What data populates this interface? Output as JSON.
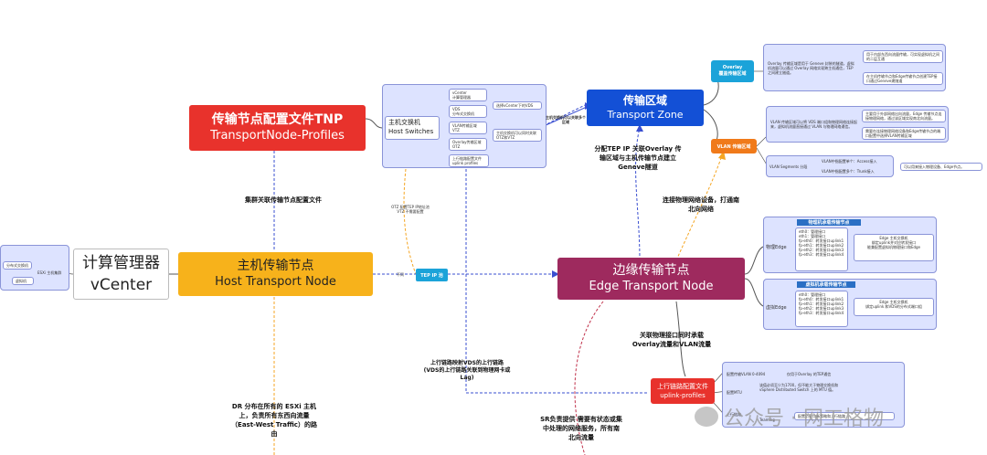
{
  "tnp": {
    "line1": "传输节点配置文件TNP",
    "line2": "TransportNode-Profiles"
  },
  "host_tn": {
    "line1": "主机传输节点",
    "line2": "Host Transport Node"
  },
  "vcenter": {
    "line1": "计算管理器",
    "line2": "vCenter"
  },
  "vcenter_children": {
    "a": "分布式交换机",
    "b": "虚拟机",
    "c": "ESXi 主机集群"
  },
  "host_switch": {
    "line1": "主机交换机",
    "line2": "Host Switches"
  },
  "hs_items": [
    "vCenter\n计算管理器",
    "VDS\n分布式交换机",
    "VLAN传输区域\nVTZ",
    "Overlay传输区域\nOTZ",
    "上行链路配置文件\nuplink profiles"
  ],
  "hs_side": [
    "选择vCenter下的VDS",
    "主机交换机可以同时关联OTZ和VTZ"
  ],
  "tz": {
    "line1": "传输区域",
    "line2": "Transport Zone"
  },
  "tz_edge_note": "主机交换机可以关联多个区域",
  "overlay": {
    "title": "Overlay\n覆盖传输区域",
    "desc": "Overlay 传输区域是用于 Geneve 封装的隧道，虚拟机流量可以通过 Overlay 网络实现跨主机通信，TEP 之间建立隧道。",
    "note1": "用于内部东西向流量传输，可实现虚拟机之间的二层互通",
    "note2": "在主机传输节点和Edge传输节点创建TEP接口通过Geneve建隧道"
  },
  "vlan": {
    "title": "VLAN 传输区域",
    "desc": "VLAN 传输区域可以将 VDS 端口组和物理网络连接起来，虚拟机流量直接通过 VLAN 与物理网络通信。",
    "note1": "主要用于外部网络出向流量，Edge 传输节点连接物理网络，通过该区域实现南北向流量。",
    "note2": "需要在连接物理网络设备和Edge传输节点的端口配置中选择VLAN传输区域",
    "seg": "VLAN  Segments 分段",
    "seg1": "VLAN中指配置单个：Access接入",
    "seg2": "VLAN中指配置多个：Trunk接入",
    "seg_note": "可以用来接入物理设备、Edge节点。"
  },
  "tnp_note": "集群关联传输节点配置文件",
  "otz_note": "OTZ 配置TEP IP地址池\nVTZ 不需要配置",
  "tep": {
    "label": "TEP IP 池",
    "left": "不同"
  },
  "edge_tn": {
    "line1": "边缘传输节点",
    "line2": "Edge  Transport  Node"
  },
  "edge_note_top": "分配TEP IP 关联Overlay 传\n输区域与主机传输节点建立\nGeneve隧道",
  "edge_note_phys": "连接物理网络设备，打通南\n北向网络",
  "edge_vm": {
    "label": "物理Edge",
    "title": "物理机承载传输节点",
    "ports": [
      "eth0：管理接口",
      "eth1：管理接口",
      "fp-eth0：转发接口uplink1",
      "fp-eth1：转发接口uplink2",
      "fp-eth2：转发接口uplink3",
      "fp-eth3：转发接口uplink4"
    ],
    "desc": [
      "Edge 主机交换机",
      "绑定uplink并对应转发接口",
      "能兼配置虚拟机物理接口和Edge"
    ]
  },
  "edge_virt": {
    "label": "虚拟Edge",
    "title": "虚拟机承载传输节点",
    "ports": [
      "eth0：管理接口",
      "fp-eth0：转发接口uplink1",
      "fp-eth1：转发接口uplink2",
      "fp-eth2：转发接口uplink3",
      "fp-eth3：转发接口uplink4"
    ],
    "desc": [
      "Edge 主机交换机",
      "绑定uplink 和VDS的分布式端口组"
    ]
  },
  "edge_note_bottom": "关联物理接口同时承载\nOverlay流量和VLAN流量",
  "uplink": {
    "line1": "上行链路配置文件",
    "line2": "uplink-profiles",
    "items": [
      "配置传输VLAN 0-4094",
      "配置MTU",
      "上行链路"
    ],
    "notes": [
      "仅用于Overlay 的TEP通信",
      "该值必须至少为1700，但不能大于物理交换机和 vSphere Distributed Switch 上的 MTU 值。",
      "配置负载均衡策略和上行链路"
    ],
    "teaming": "Teaming"
  },
  "uplink_note": "上行链路映射VDS的上行链路\n(VDS的上行链路关联到物理网卡或\nLag)",
  "dr_note": "DR 分布在所有的 ESXi 主机\n上，负责所有东西向流量\n（East-West Traffic）的路\n由",
  "sr_note": "SR负责提供 需要有状态或集\n中处理的网络服务，所有南\n北向流量",
  "watermark": "公众号 · 网工格物",
  "colors": {
    "tnp": "#e8322c",
    "host": "#f7b21b",
    "edge": "#9e2a5e",
    "tz": "#1350d6",
    "overlay": "#1ba3d9",
    "vlan": "#f07a1a",
    "uplink": "#e8322c"
  }
}
